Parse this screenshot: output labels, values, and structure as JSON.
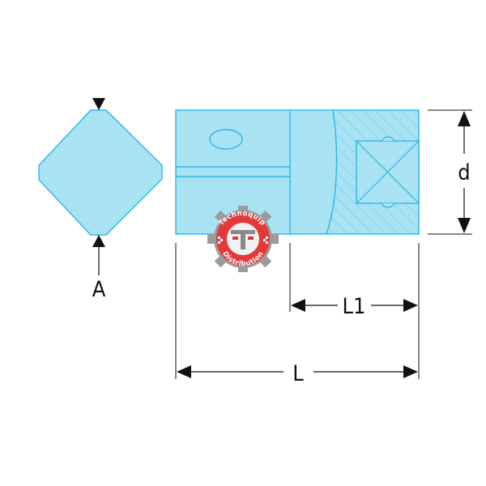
{
  "colors": {
    "fill": "#a9e3f3",
    "outline": "#2ab6e6",
    "dimension": "#111111",
    "hatch": "#5cc7ea",
    "logo_red": "#e23a3a",
    "logo_gray": "#9b9b9b"
  },
  "dimensions": {
    "a_label": "A",
    "d_label": "d",
    "l1_label": "L1",
    "l_label": "L"
  },
  "watermark": {
    "top_text": "Technoquip",
    "bottom_text": "Distribution"
  }
}
